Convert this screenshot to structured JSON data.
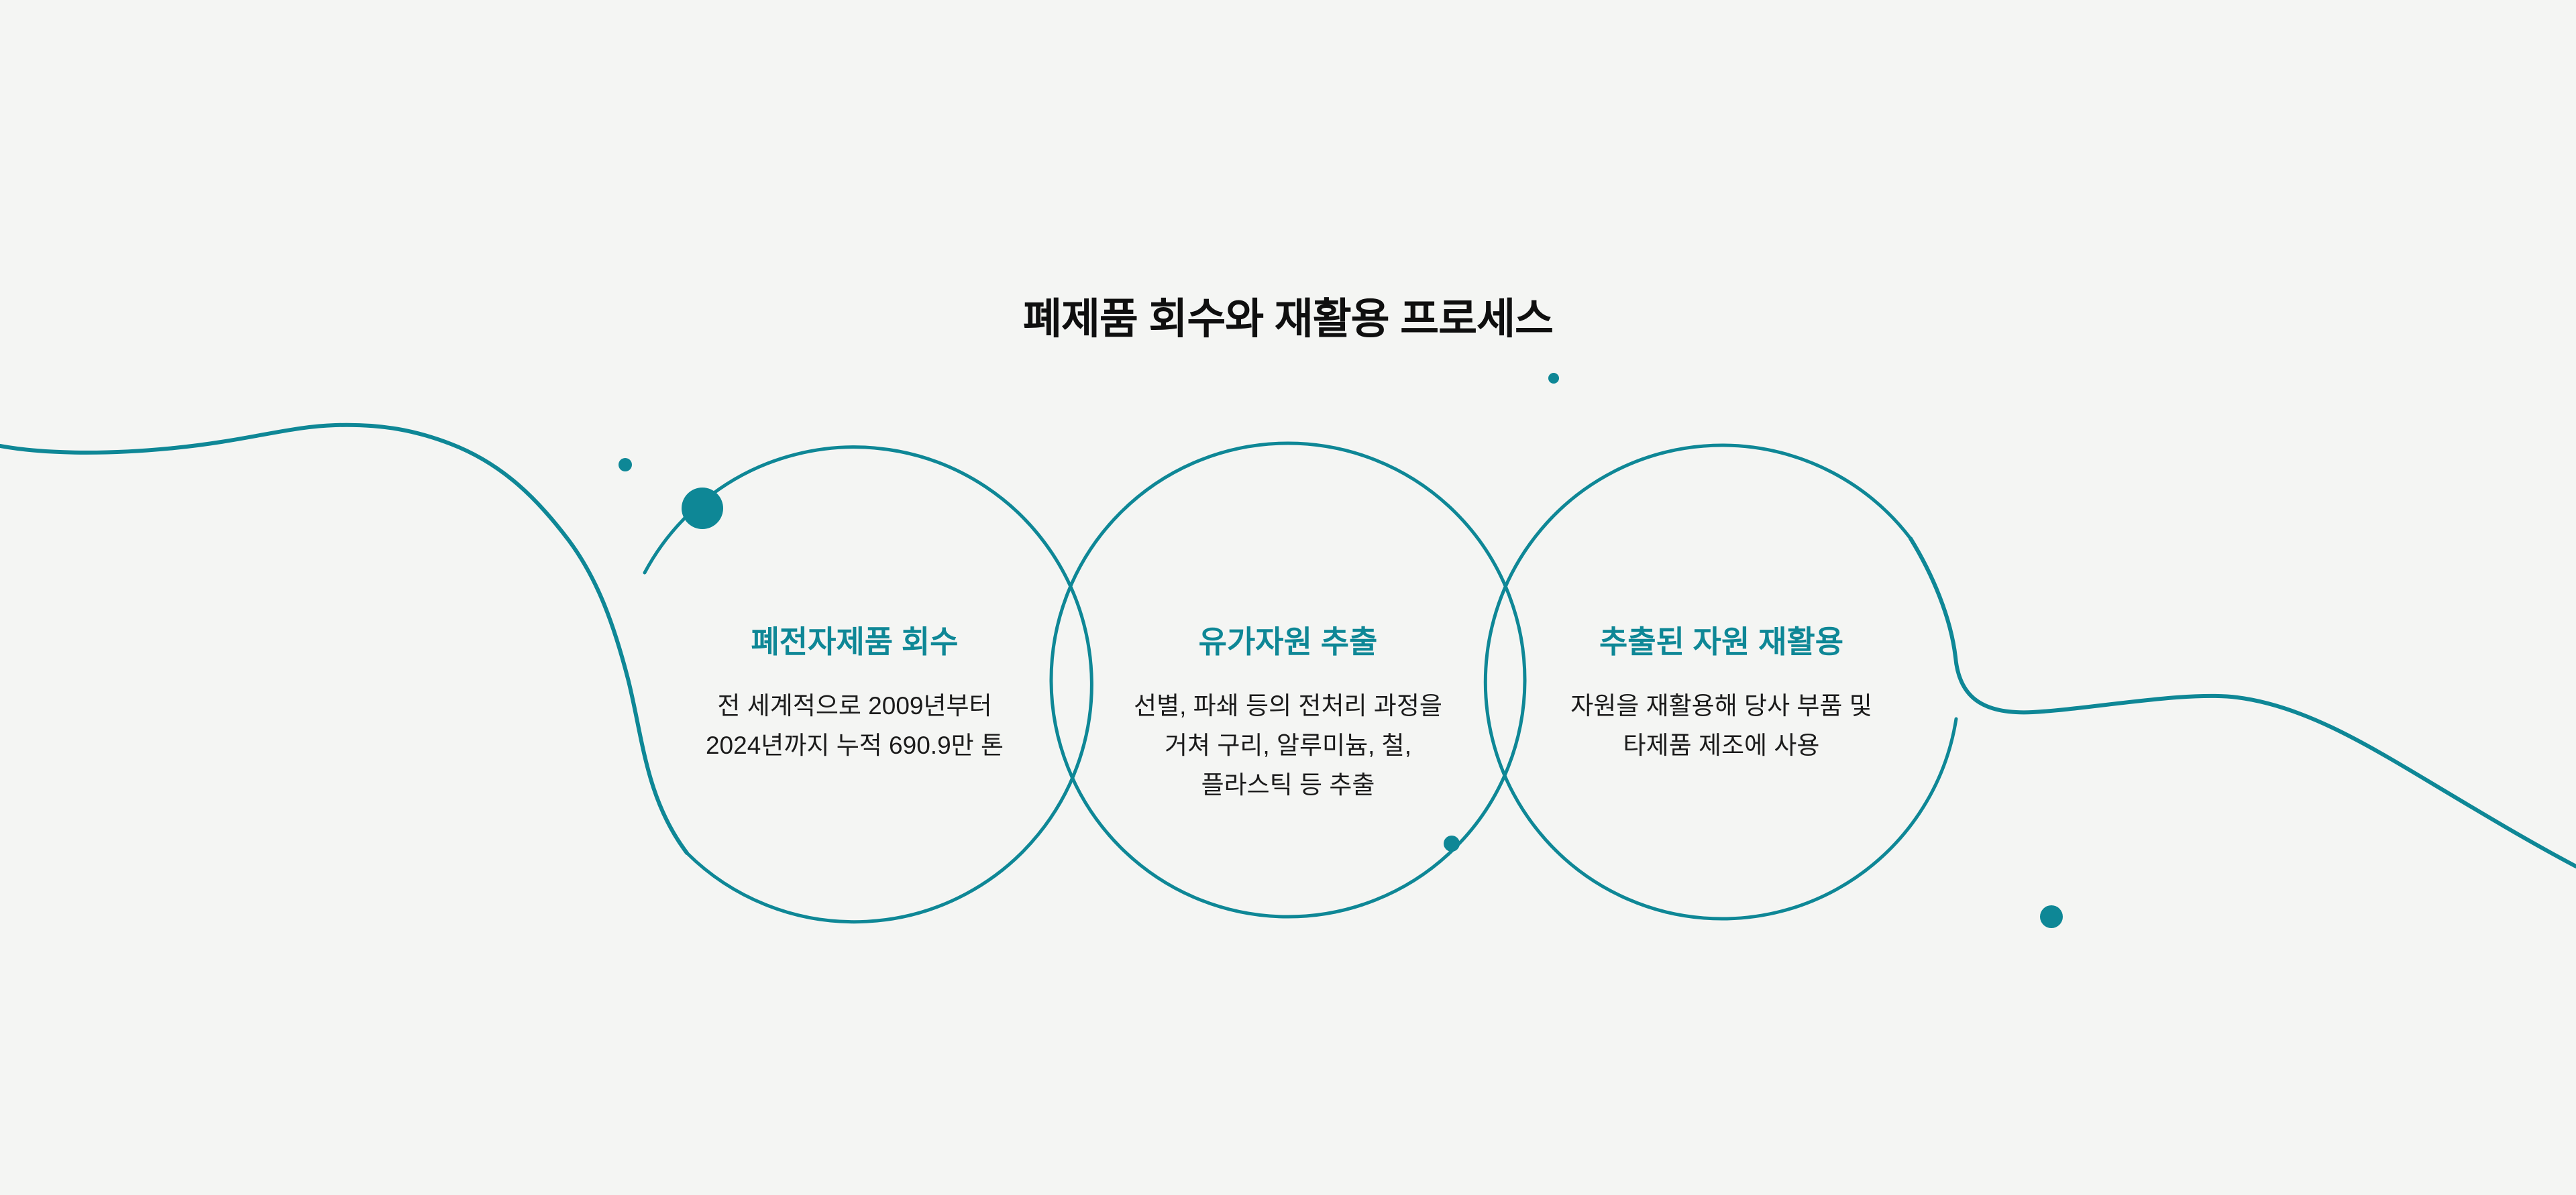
{
  "page": {
    "background_color": "#F4F5F3",
    "accent_color": "#0E8796",
    "text_color": "#1B1B1B"
  },
  "title": "폐제품 회수와 재활용 프로세스",
  "steps": [
    {
      "heading": "폐전자제품 회수",
      "body_lines": [
        "전 세계적으로 2009년부터",
        "2024년까지 누적 690.9만 톤"
      ]
    },
    {
      "heading": "유가자원 추출",
      "body_lines": [
        "선별, 파쇄 등의 전처리 과정을",
        "거쳐 구리, 알루미늄, 철,",
        "플라스틱 등 추출"
      ]
    },
    {
      "heading": "추출된 자원 재활용",
      "body_lines": [
        "자원을 재활용해 당사 부품 및",
        "타제품 제조에 사용"
      ]
    }
  ],
  "decor": {
    "icons": [
      "flow-line-left",
      "process-circle-1",
      "process-circle-2",
      "process-circle-3",
      "flow-line-right",
      "accent-dots"
    ]
  }
}
